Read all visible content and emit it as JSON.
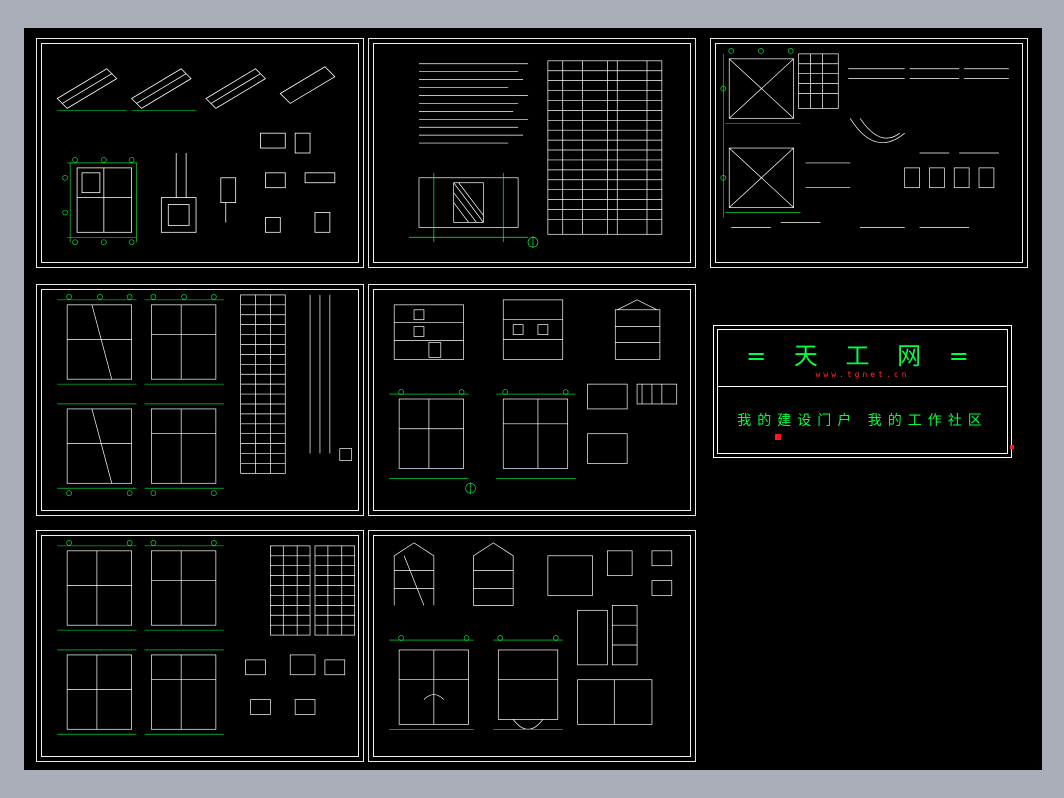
{
  "banner": {
    "title": "= 天 工 网 =",
    "url": "www.tgnet.cn",
    "slogan": "我的建设门户  我的工作社区"
  },
  "colors": {
    "background": "#a9aeb8",
    "canvas": "#000000",
    "line": "#ffffff",
    "dimension": "#00ff40",
    "accent": "#ff1a1a"
  },
  "sheets": [
    {
      "id": "sheet-1",
      "content": "roof-sections-floor-plan-details"
    },
    {
      "id": "sheet-2",
      "content": "design-notes-site-plan-drawing-index"
    },
    {
      "id": "sheet-3",
      "content": "structural-details"
    },
    {
      "id": "sheet-4",
      "content": "floor-plans-schedule-column"
    },
    {
      "id": "sheet-5",
      "content": "elevations-plans"
    },
    {
      "id": "sheet-6",
      "content": "floor-plans-tables-details"
    },
    {
      "id": "sheet-7",
      "content": "sections-elevations-plans-details"
    }
  ]
}
